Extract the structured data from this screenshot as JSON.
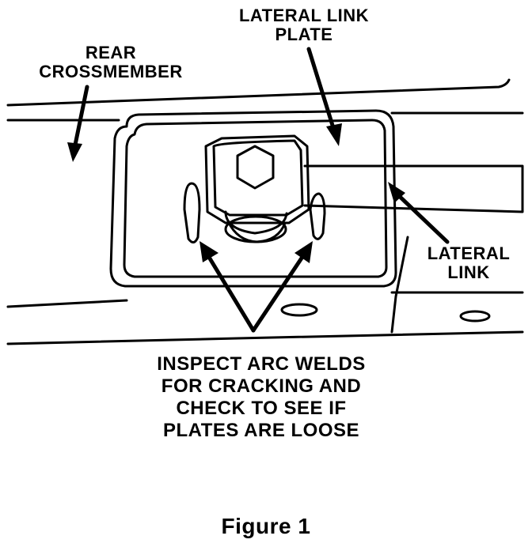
{
  "labels": {
    "rear_crossmember": [
      "REAR",
      "CROSSMEMBER"
    ],
    "lateral_link_plate": [
      "LATERAL LINK",
      "PLATE"
    ],
    "lateral_link": [
      "LATERAL",
      "LINK"
    ],
    "inspect": [
      "INSPECT ARC WELDS",
      "FOR CRACKING AND",
      "CHECK TO SEE IF",
      "PLATES ARE LOOSE"
    ]
  },
  "caption": "Figure 1",
  "colors": {
    "ink": "#000000",
    "paper": "#ffffff"
  }
}
